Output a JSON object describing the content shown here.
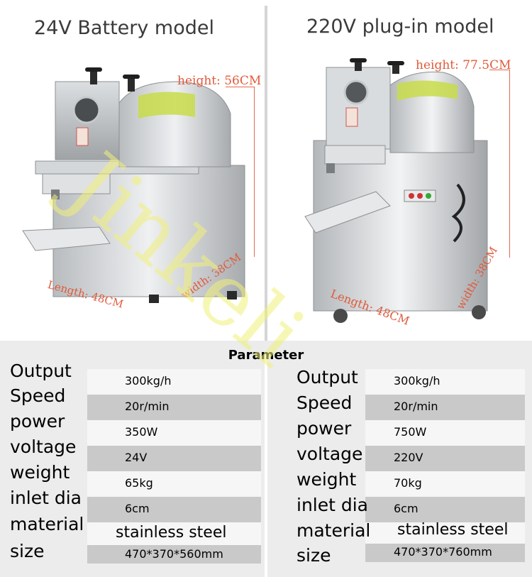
{
  "titles": {
    "left": "24V Battery model",
    "right": "220V plug-in model"
  },
  "dimensions": {
    "left": {
      "height": "height: 56CM",
      "length": "Length: 48CM",
      "width": "width: 38CM"
    },
    "right": {
      "height": "height: 77.5CM",
      "length": "Length: 48CM",
      "width": "width: 38CM"
    }
  },
  "watermark": "Jinkeli",
  "table": {
    "title": "Parameter",
    "left": [
      {
        "label": "Output",
        "value": "300kg/h"
      },
      {
        "label": "Speed",
        "value": "20r/min"
      },
      {
        "label": "power",
        "value": "350W"
      },
      {
        "label": "voltage",
        "value": "24V"
      },
      {
        "label": "weight",
        "value": "65kg"
      },
      {
        "label": "inlet dia",
        "value": "6cm"
      },
      {
        "label": "material",
        "value": "stainless steel"
      },
      {
        "label": "size",
        "value": "470*370*560mm"
      }
    ],
    "right": [
      {
        "label": "Output",
        "value": "300kg/h"
      },
      {
        "label": "Speed",
        "value": "20r/min"
      },
      {
        "label": "power",
        "value": "750W"
      },
      {
        "label": "voltage",
        "value": "220V"
      },
      {
        "label": "weight",
        "value": "70kg"
      },
      {
        "label": "inlet dia",
        "value": "6cm"
      },
      {
        "label": "material",
        "value": "stainless steel"
      },
      {
        "label": "size",
        "value": "470*370*760mm"
      }
    ]
  },
  "colors": {
    "dimension": "#e05a3a",
    "stripe_dark": "#c9c9c9",
    "stripe_light": "#f6f6f6",
    "panel": "#ececec"
  }
}
